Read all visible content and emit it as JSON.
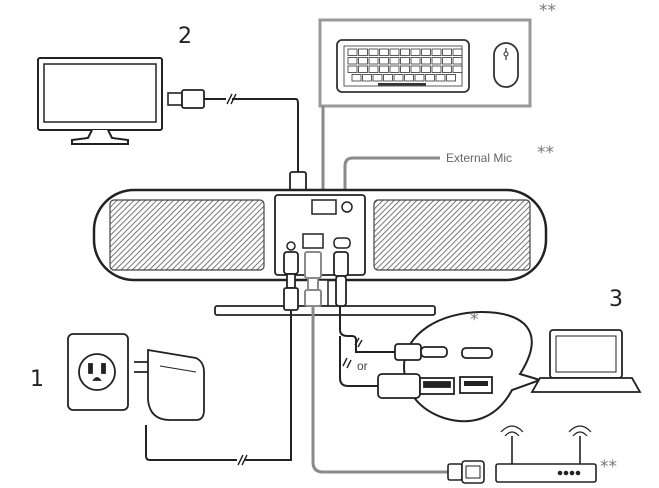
{
  "steps": {
    "power": "1",
    "display": "2",
    "computer": "3"
  },
  "labels": {
    "external_mic": "External Mic",
    "optional_mark": "**",
    "connector_choice_mark": "*",
    "or": "or"
  },
  "icons": [
    "monitor-icon",
    "keyboard-icon",
    "mouse-icon",
    "power-outlet-icon",
    "power-adapter-icon",
    "laptop-icon",
    "router-icon",
    "hdmi-plug-icon",
    "usb-c-plug-icon",
    "usb-a-plug-icon",
    "ethernet-plug-icon"
  ],
  "colors": {
    "line": "#222222",
    "grey_line": "#8a8a8a",
    "device": "#3a3a3a",
    "mesh": "#555555"
  }
}
